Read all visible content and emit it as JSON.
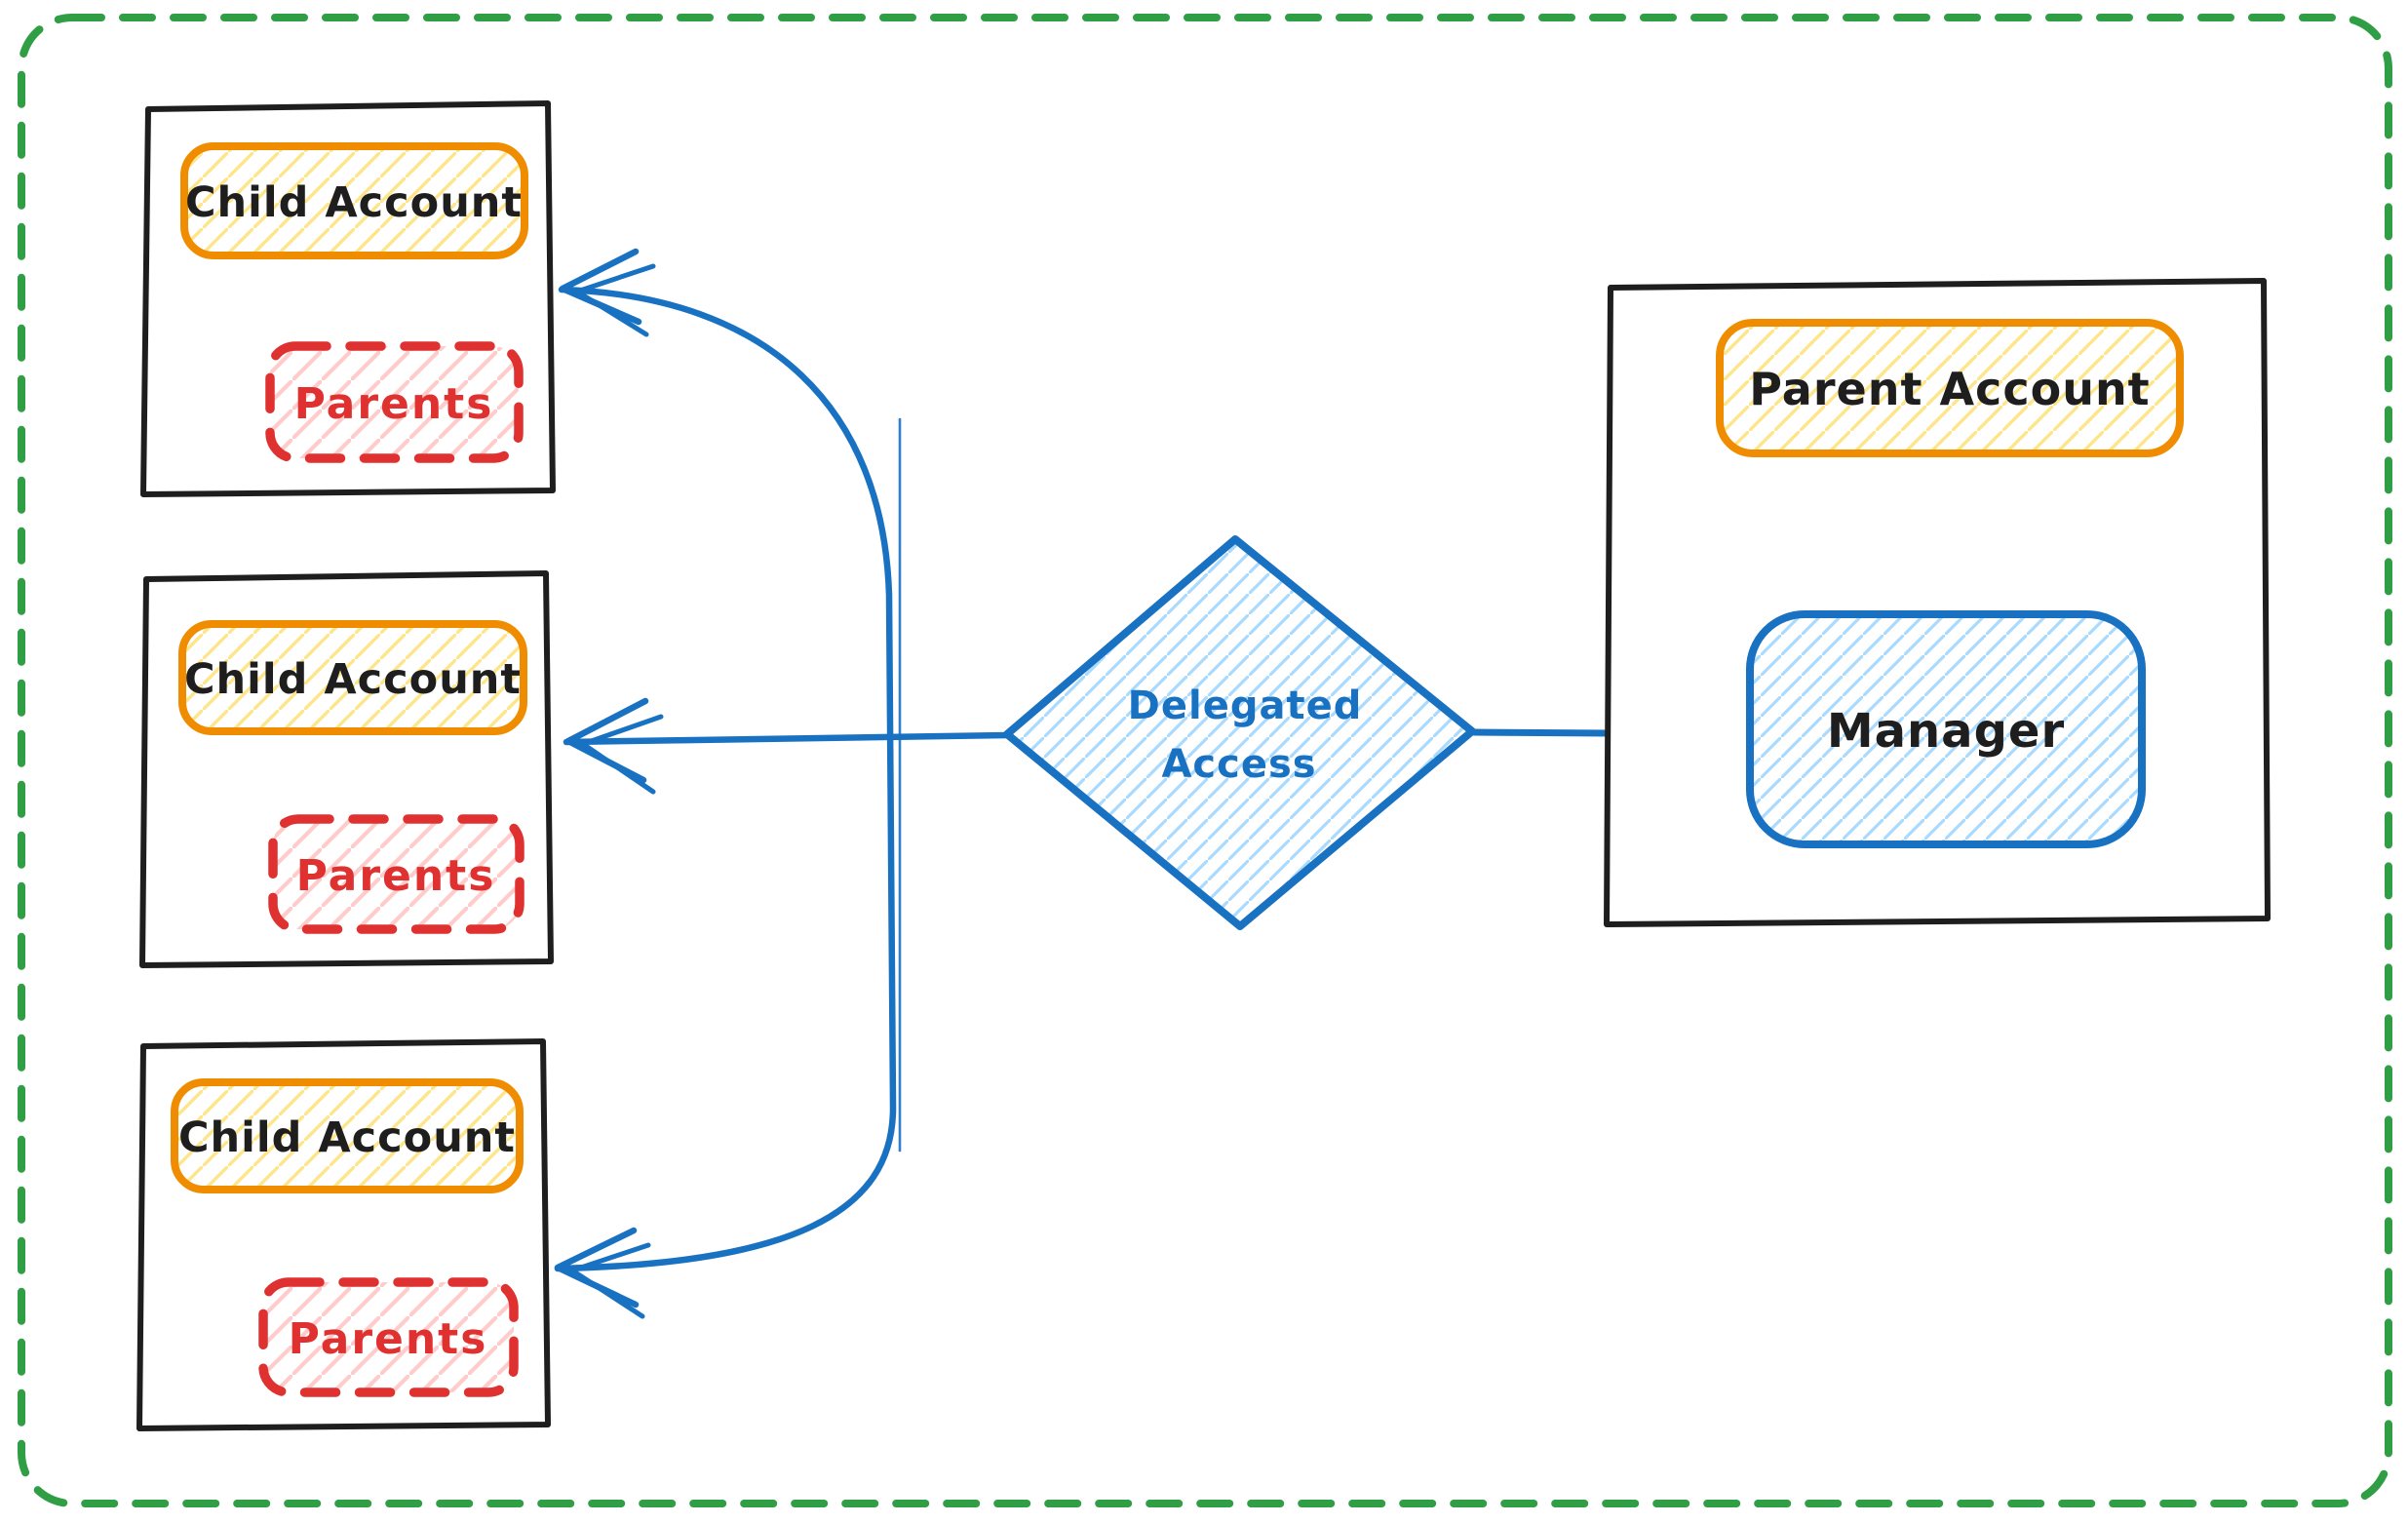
{
  "diagram": {
    "kind": "hand-drawn account hierarchy sketch",
    "child_accounts": [
      {
        "title": "Child Account",
        "badge": "Parents"
      },
      {
        "title": "Child Account",
        "badge": "Parents"
      },
      {
        "title": "Child Account",
        "badge": "Parents"
      }
    ],
    "parent_account": {
      "title": "Parent Account",
      "member": "Manager"
    },
    "decision": {
      "label": "Delegated Access",
      "lines": [
        "Delegated",
        "Access"
      ]
    },
    "colors": {
      "background": "#ffffff",
      "canvas_border_green": "#2f9e44",
      "stroke_black": "#1e1e1e",
      "orange_stroke": "#f08c00",
      "yellow_hatch": "#ffd43b",
      "red_stroke": "#e03131",
      "pink_hatch": "#ffc9c9",
      "blue_stroke": "#1971c2",
      "light_blue_hatch": "#a5d8ff"
    }
  }
}
